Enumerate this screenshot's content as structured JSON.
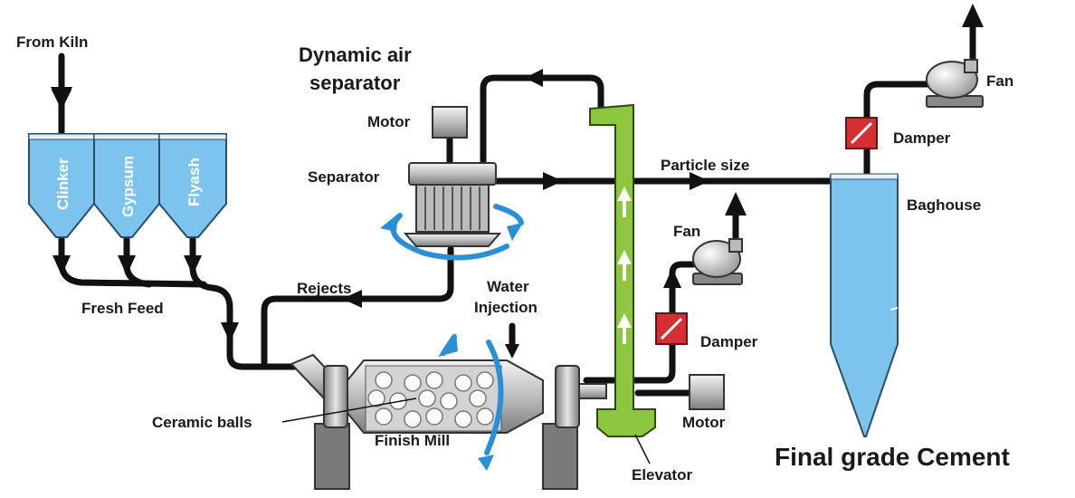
{
  "labels": {
    "from_kiln": "From Kiln",
    "clinker": "Clinker",
    "gypsum": "Gypsum",
    "flyash": "Flyash",
    "fresh_feed": "Fresh Feed",
    "dynamic_air_line1": "Dynamic air",
    "dynamic_air_line2": "separator",
    "motor_top": "Motor",
    "separator": "Separator",
    "rejects": "Rejects",
    "water_line1": "Water",
    "water_line2": "Injection",
    "ceramic_balls": "Ceramic balls",
    "finish_mill": "Finish Mill",
    "particle_size": "Particle size",
    "fan_mid": "Fan",
    "damper_mid": "Damper",
    "motor_right": "Motor",
    "elevator": "Elevator",
    "damper_top": "Damper",
    "fan_top": "Fan",
    "baghouse": "Baghouse",
    "final_grade": "Final grade Cement"
  },
  "colors": {
    "silo_blue": "#7cc4ee",
    "elevator_green": "#8dc63f",
    "damper_red": "#d62e35",
    "pipe": "#111111",
    "rotation_blue": "#2b8fd6"
  }
}
